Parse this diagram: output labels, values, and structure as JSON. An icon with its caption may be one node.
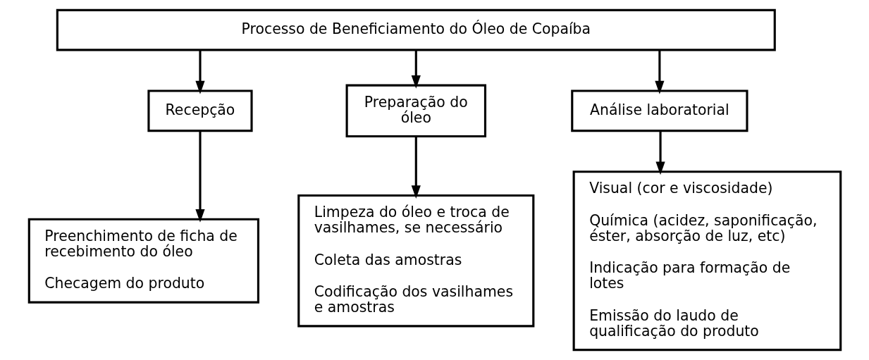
{
  "diagram": {
    "nodes": [
      {
        "text": [
          "Processo de Beneficiamento do Óleo de Copaíba"
        ]
      },
      {
        "text": [
          "Recepção"
        ]
      },
      {
        "text": [
          "Preparação do óleo"
        ]
      },
      {
        "text": [
          "Análise laboratorial"
        ]
      },
      {
        "text": [
          "Preenchimento de ficha de recebimento do óleo",
          "Checagem do produto"
        ]
      },
      {
        "text": [
          "Limpeza do óleo e troca de vasilhames, se necessário",
          "Coleta das amostras",
          "Codificação dos vasilhames e amostras"
        ]
      },
      {
        "text": [
          "Visual (cor e viscosidade)",
          "Química (acidez, saponificação, éster, absorção de luz, etc)",
          "Indicação para formação de lotes",
          "Emissão do laudo de qualificação do produto"
        ]
      }
    ],
    "edges": [
      {
        "from": 0,
        "to": 1,
        "arrow": "to"
      },
      {
        "from": 0,
        "to": 2,
        "arrow": "to"
      },
      {
        "from": 0,
        "to": 3,
        "arrow": "to"
      },
      {
        "from": 1,
        "to": 4,
        "arrow": "to"
      },
      {
        "from": 2,
        "to": 5,
        "arrow": "to"
      },
      {
        "from": 3,
        "to": 6,
        "arrow": "to"
      }
    ]
  }
}
